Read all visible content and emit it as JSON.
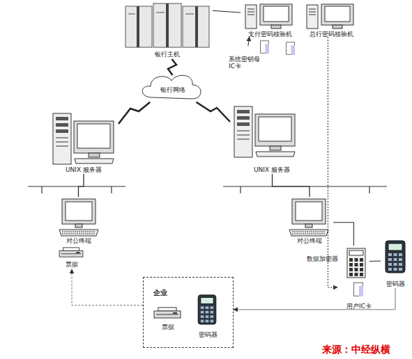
{
  "diagram": {
    "nodes": [
      {
        "text": [
          "银行主机"
        ]
      },
      {
        "text": [
          "支付密码核验机"
        ]
      },
      {
        "text": [
          "总行密码核验机"
        ]
      },
      {
        "text": [
          "系统密钥母 IC卡"
        ]
      },
      {
        "text": [
          "银行网络"
        ]
      },
      {
        "text": [
          "UNIX 服务器"
        ]
      },
      {
        "text": [
          "UNIX 服务器"
        ]
      },
      {
        "text": [
          "对公终端"
        ]
      },
      {
        "text": [
          "票据"
        ]
      },
      {
        "text": [
          "对公终端"
        ]
      },
      {
        "text": [
          "数据加密器"
        ]
      },
      {
        "text": [
          "密码器"
        ]
      },
      {
        "text": [
          "用户IC卡"
        ]
      },
      {
        "text": [
          "企业"
        ]
      },
      {
        "text": [
          "票据"
        ],
        "in": 13
      },
      {
        "text": [
          "密码器"
        ],
        "in": 13
      }
    ],
    "edges": [
      {
        "from": 0,
        "to": 4,
        "arrow": "none"
      },
      {
        "from": 0,
        "to": 1,
        "arrow": "none"
      },
      {
        "from": 3,
        "to": 1,
        "arrow": "to"
      },
      {
        "from": 2,
        "to": 12,
        "arrow": "to"
      },
      {
        "from": 4,
        "to": 5,
        "arrow": "none"
      },
      {
        "from": 4,
        "to": 6,
        "arrow": "none"
      },
      {
        "from": 5,
        "to": 7,
        "arrow": "none"
      },
      {
        "from": 6,
        "to": 9,
        "arrow": "none"
      },
      {
        "from": 9,
        "to": 10,
        "arrow": "none"
      },
      {
        "from": 10,
        "to": 11,
        "arrow": "none"
      },
      {
        "from": 11,
        "to": 13,
        "arrow": "to"
      },
      {
        "from": 13,
        "to": 8,
        "arrow": "to"
      }
    ],
    "labels": [
      "来源：中经纵横"
    ]
  }
}
